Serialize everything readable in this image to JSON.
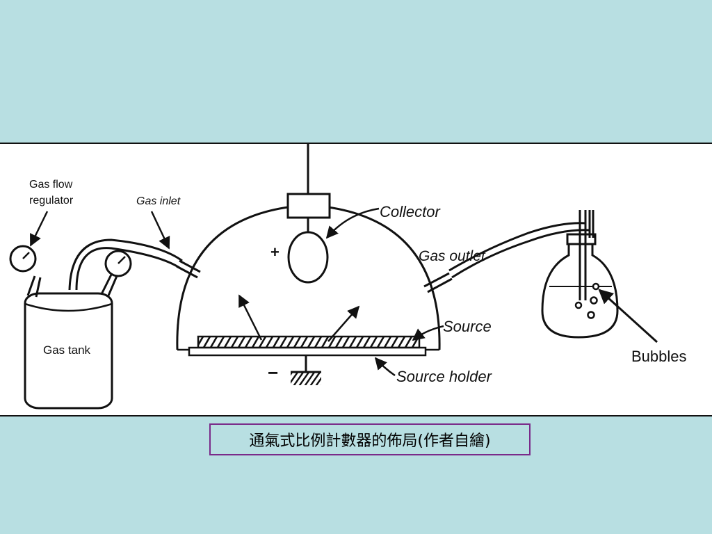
{
  "diagram": {
    "labels": {
      "gas_flow_regulator_line1": "Gas flow",
      "gas_flow_regulator_line2": "regulator",
      "gas_inlet": "Gas inlet",
      "collector": "Collector",
      "gas_outlet": "Gas outlet",
      "source": "Source",
      "source_holder": "Source holder",
      "gas_tank": "Gas tank",
      "bubbles": "Bubbles",
      "plus_sign": "+",
      "minus_sign": "−"
    }
  },
  "caption": {
    "text": "通氣式比例計數器的佈局(作者自繪)",
    "border_color": "#7a2a8a"
  },
  "colors": {
    "background": "#b8dfe2",
    "panel": "#ffffff",
    "ink": "#111111"
  }
}
